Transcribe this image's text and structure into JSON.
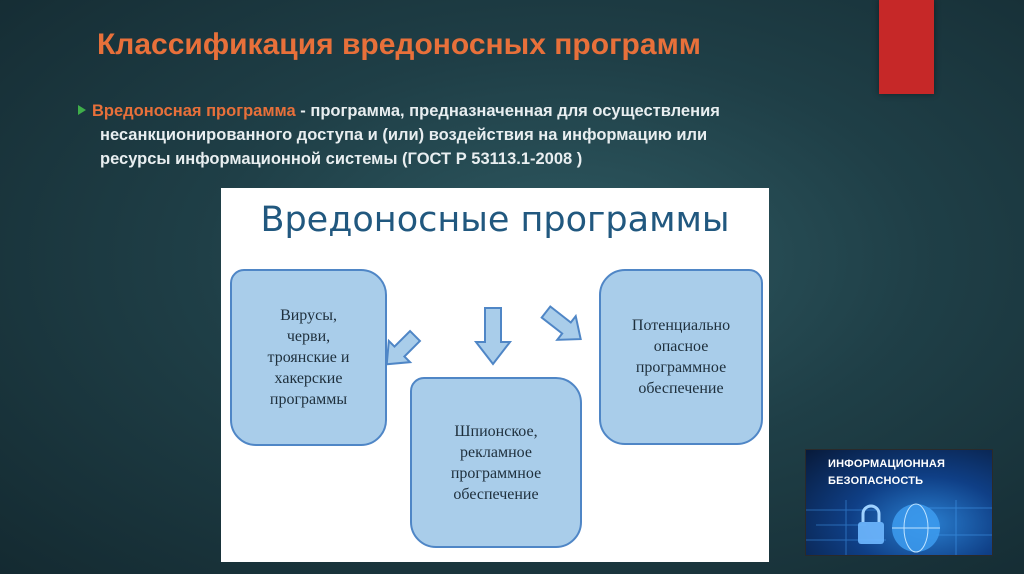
{
  "slide": {
    "title": "Классификация вредоносных программ",
    "definition": {
      "term": "Вредоносная программа",
      "line1_rest": " - программа, предназначенная для осуществления",
      "line2": "несанкционированного доступа и (или) воздействия на информацию или",
      "line3": "ресурсы информационной системы (ГОСТ Р 53113.1-2008 )"
    }
  },
  "diagram": {
    "title": "Вредоносные программы",
    "boxes": {
      "left": [
        "Вирусы,",
        "черви,",
        "троянские и",
        "хакерские",
        "программы"
      ],
      "center": [
        "Шпионское,",
        "рекламное",
        "программное",
        "обеспечение"
      ],
      "right": [
        "Потенциально",
        "опасное",
        "программное",
        "обеспечение"
      ]
    }
  },
  "badge": {
    "line1": "ИНФОРМАЦИОННАЯ",
    "line2": "БЕЗОПАСНОСТЬ"
  },
  "colors": {
    "title_orange": "#e8703a",
    "accent_red": "#c62828",
    "box_fill": "#a9cdea",
    "box_border": "#4f86c6"
  }
}
